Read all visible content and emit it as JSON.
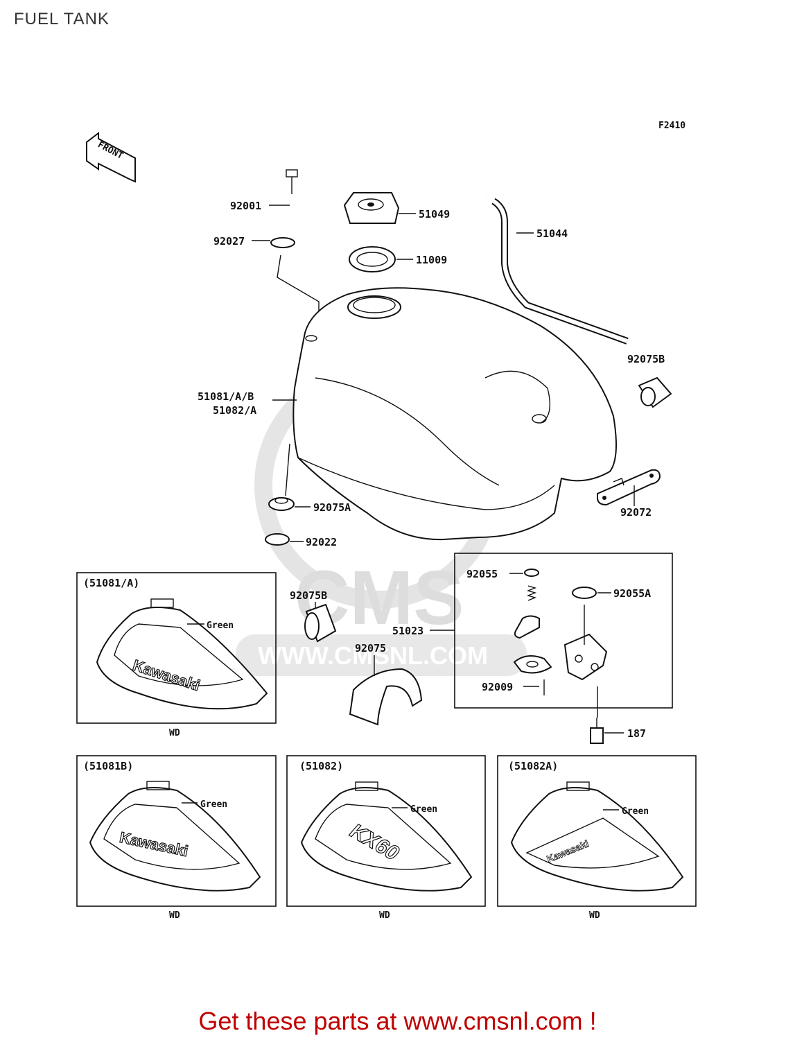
{
  "page": {
    "title": "FUEL TANK",
    "figure_code": "F2410",
    "footer": "Get these parts at www.cmsnl.com !"
  },
  "watermark": {
    "text1": "CMS",
    "text2": "WWW.CMSNL.COM"
  },
  "front_arrow": {
    "label": "FRONT"
  },
  "callouts": {
    "p92001": "92001",
    "p51049": "51049",
    "p51044": "51044",
    "p92027": "92027",
    "p11009": "11009",
    "p92075B_top": "92075B",
    "p51081": "51081/A/B",
    "p51082": "51082/A",
    "p92075A": "92075A",
    "p92072": "92072",
    "p92022": "92022",
    "p92075B_mid": "92075B",
    "p92075": "92075",
    "p51023": "51023",
    "p92055": "92055",
    "p92055A": "92055A",
    "p92009": "92009",
    "p187": "187"
  },
  "variants": [
    {
      "label": "(51081/A)",
      "color": "Green",
      "brand": "Kawasaki",
      "spec": "WD"
    },
    {
      "label": "(51081B)",
      "color": "Green",
      "brand": "Kawasaki",
      "spec": "WD"
    },
    {
      "label": "(51082)",
      "color": "Green",
      "brand": "KX60",
      "spec": "WD"
    },
    {
      "label": "(51082A)",
      "color": "Green",
      "brand": "Kawasaki",
      "spec": "WD"
    }
  ]
}
